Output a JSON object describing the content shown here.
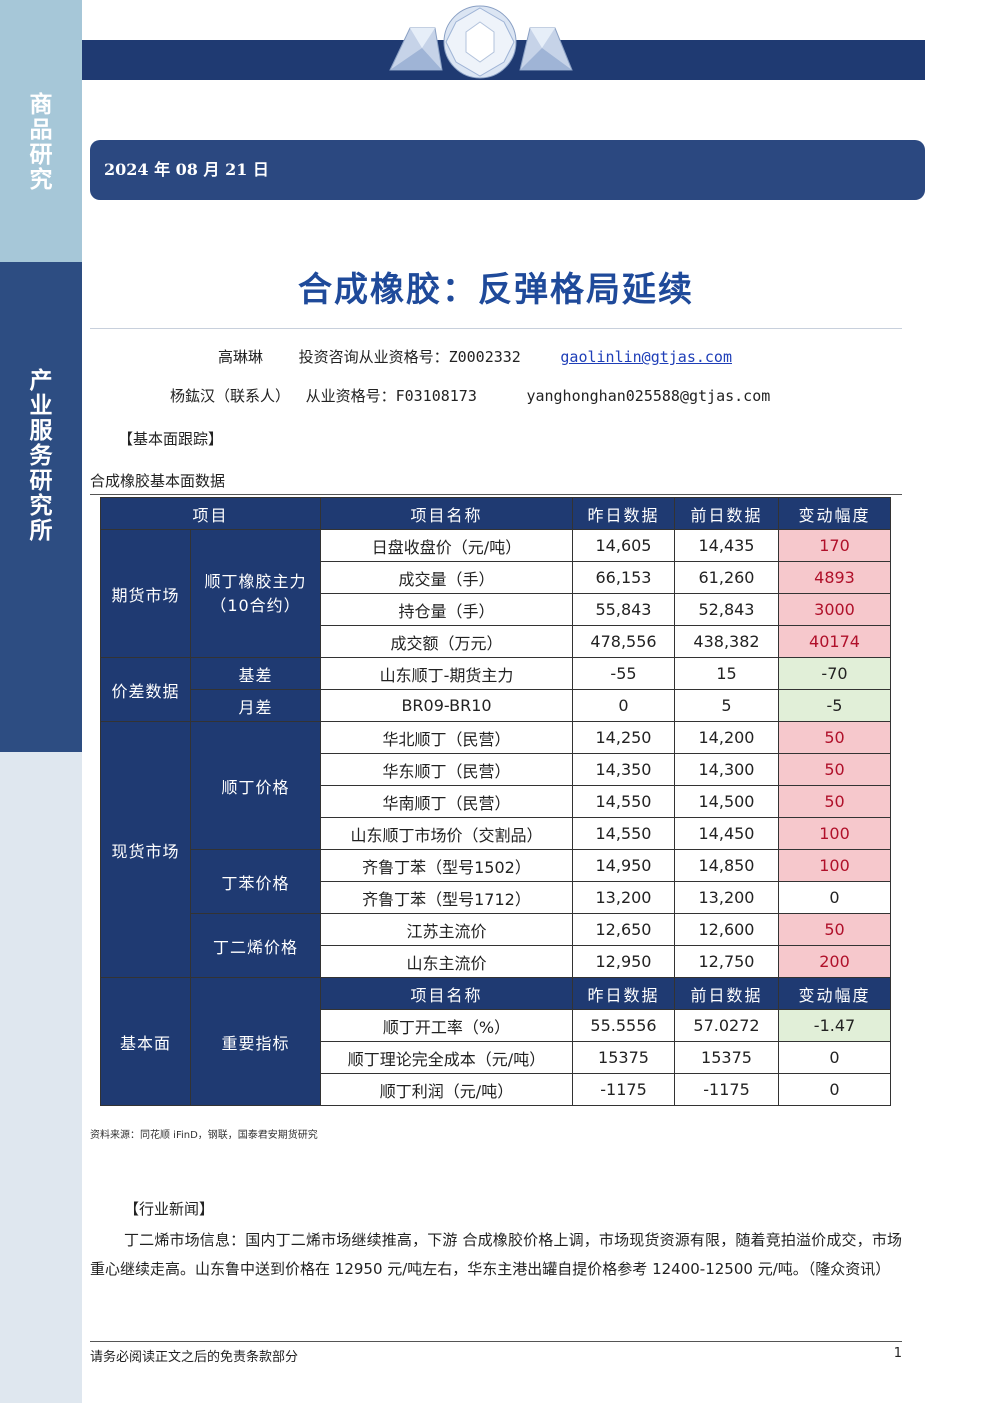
{
  "sidebar": {
    "top_label": [
      "商",
      "品",
      "研",
      "究"
    ],
    "mid_label": [
      "产",
      "业",
      "服",
      "务",
      "研",
      "究",
      "所"
    ]
  },
  "header": {
    "date": "2024 年 08 月 21 日"
  },
  "title": "合成橡胶：反弹格局延续",
  "authors": [
    {
      "name": "高琳琳",
      "cert_label": "投资咨询从业资格号：",
      "cert_no": "Z0002332",
      "email": "gaolinlin@gtjas.com"
    },
    {
      "name": "杨鈜汉（联系人）",
      "cert_label": "从业资格号：",
      "cert_no": "F03108173",
      "email": "yanghonghan025588@gtjas.com"
    }
  ],
  "section_fundamental": "【基本面跟踪】",
  "table_caption": "合成橡胶基本面数据",
  "table": {
    "headers": [
      "项目",
      "项目名称",
      "昨日数据",
      "前日数据",
      "变动幅度"
    ],
    "categories": {
      "futures": "期货市场",
      "futures_sub": "顺丁橡胶主力（10合约）",
      "spread": "价差数据",
      "spread_basis": "基差",
      "spread_month": "月差",
      "spot": "现货市场",
      "spot_sub1": "顺丁价格",
      "spot_sub2": "丁苯价格",
      "spot_sub3": "丁二烯价格",
      "fund": "基本面",
      "fund_sub": "重要指标"
    },
    "rows": [
      {
        "name": "日盘收盘价（元/吨）",
        "yday": "14,605",
        "prev": "14,435",
        "chg": "170"
      },
      {
        "name": "成交量（手）",
        "yday": "66,153",
        "prev": "61,260",
        "chg": "4893"
      },
      {
        "name": "持仓量（手）",
        "yday": "55,843",
        "prev": "52,843",
        "chg": "3000"
      },
      {
        "name": "成交额（万元）",
        "yday": "478,556",
        "prev": "438,382",
        "chg": "40174"
      },
      {
        "name": "山东顺丁-期货主力",
        "yday": "-55",
        "prev": "15",
        "chg": "-70"
      },
      {
        "name": "BR09-BR10",
        "yday": "0",
        "prev": "5",
        "chg": "-5"
      },
      {
        "name": "华北顺丁（民营）",
        "yday": "14,250",
        "prev": "14,200",
        "chg": "50"
      },
      {
        "name": "华东顺丁（民营）",
        "yday": "14,350",
        "prev": "14,300",
        "chg": "50"
      },
      {
        "name": "华南顺丁（民营）",
        "yday": "14,550",
        "prev": "14,500",
        "chg": "50"
      },
      {
        "name": "山东顺丁市场价（交割品）",
        "yday": "14,550",
        "prev": "14,450",
        "chg": "100"
      },
      {
        "name": "齐鲁丁苯（型号1502）",
        "yday": "14,950",
        "prev": "14,850",
        "chg": "100"
      },
      {
        "name": "齐鲁丁苯（型号1712）",
        "yday": "13,200",
        "prev": "13,200",
        "chg": "0"
      },
      {
        "name": "江苏主流价",
        "yday": "12,650",
        "prev": "12,600",
        "chg": "50"
      },
      {
        "name": "山东主流价",
        "yday": "12,950",
        "prev": "12,750",
        "chg": "200"
      }
    ],
    "sub_headers": [
      "项目名称",
      "昨日数据",
      "前日数据",
      "变动幅度"
    ],
    "fund_rows": [
      {
        "name": "顺丁开工率（%）",
        "yday": "55.5556",
        "prev": "57.0272",
        "chg": "-1.47"
      },
      {
        "name": "顺丁理论完全成本（元/吨）",
        "yday": "15375",
        "prev": "15375",
        "chg": "0"
      },
      {
        "name": "顺丁利润（元/吨）",
        "yday": "-1175",
        "prev": "-1175",
        "chg": "0"
      }
    ],
    "colors": {
      "header": "#1f3a72",
      "up": "#f6c8cc",
      "down": "#e1efd8"
    }
  },
  "source": "资料来源：同花顺 iFinD，钢联，国泰君安期货研究",
  "section_news": "【行业新闻】",
  "news": "丁二烯市场信息：国内丁二烯市场继续推高，下游 合成橡胶价格上调，市场现货资源有限，随着竞拍溢价成交，市场重心继续走高。山东鲁中送到价格在 12950 元/吨左右，华东主港出罐自提价格参考 12400-12500 元/吨。（隆众资讯）",
  "footer": {
    "disclaimer": "请务必阅读正文之后的免责条款部分",
    "page": "1"
  }
}
